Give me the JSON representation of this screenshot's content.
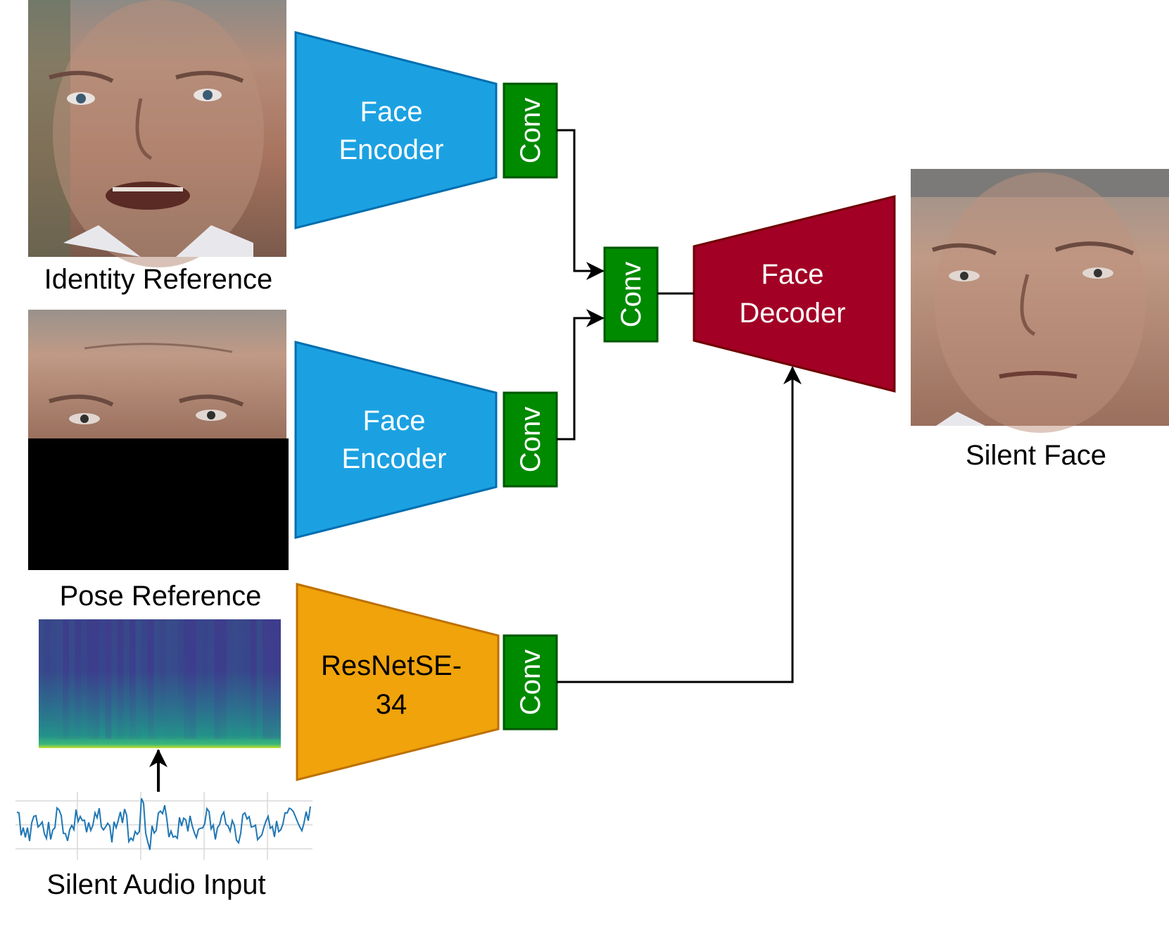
{
  "labels": {
    "identity_reference": "Identity Reference",
    "pose_reference": "Pose Reference",
    "silent_audio_input": "Silent Audio Input",
    "silent_face": "Silent Face"
  },
  "blocks": {
    "face_encoder_1": [
      "Face",
      "Encoder"
    ],
    "face_encoder_2": [
      "Face",
      "Encoder"
    ],
    "resnet": [
      "ResNetSE-",
      "34"
    ],
    "face_decoder": [
      "Face",
      "Decoder"
    ],
    "conv_label": "Conv"
  },
  "colors": {
    "encoder": "#1ba1e2",
    "encoder_stroke": "#006eaf",
    "resnet": "#f0a30a",
    "resnet_stroke": "#bd7000",
    "decoder": "#a20025",
    "decoder_stroke": "#6f0000",
    "conv": "#008a00",
    "conv_stroke": "#005700",
    "waveform": "#1f77b4",
    "mask": "#000000"
  },
  "icons": {
    "identity_image": "face-photo-icon",
    "pose_image": "masked-face-photo-icon",
    "spectrogram": "spectrogram-icon",
    "waveform": "waveform-icon",
    "output_image": "face-photo-icon"
  }
}
